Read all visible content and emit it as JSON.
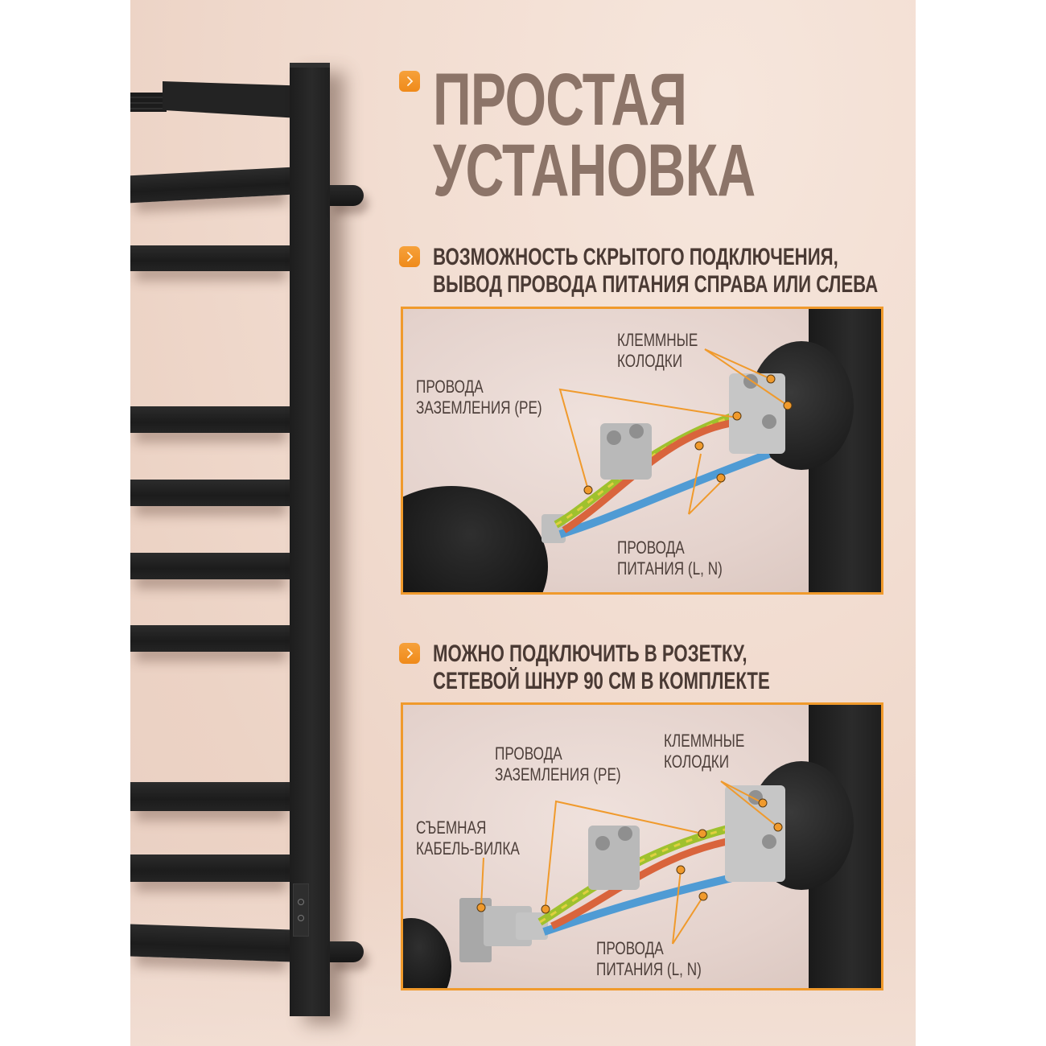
{
  "heading": {
    "line1": "ПРОСТАЯ",
    "line2": "УСТАНОВКА",
    "bullet_icon": "chevron-right-icon"
  },
  "features": [
    {
      "line1": "ВОЗМОЖНОСТЬ СКРЫТОГО ПОДКЛЮЧЕНИЯ,",
      "line2": "ВЫВОД ПРОВОДА ПИТАНИЯ СПРАВА ИЛИ СЛЕВА",
      "bullet_icon": "chevron-right-icon",
      "diagram": {
        "labels": {
          "terminal_blocks_1": "КЛЕММНЫЕ",
          "terminal_blocks_2": "КОЛОДКИ",
          "ground_wires_1": "ПРОВОДА",
          "ground_wires_2": "ЗАЗЕМЛЕНИЯ (PE)",
          "power_wires_1": "ПРОВОДА",
          "power_wires_2": "ПИТАНИЯ (L, N)"
        }
      }
    },
    {
      "line1": "МОЖНО ПОДКЛЮЧИТЬ В РОЗЕТКУ,",
      "line2": "СЕТЕВОЙ ШНУР 90 СМ В КОМПЛЕКТЕ",
      "bullet_icon": "chevron-right-icon",
      "diagram": {
        "labels": {
          "terminal_blocks_1": "КЛЕММНЫЕ",
          "terminal_blocks_2": "КОЛОДКИ",
          "ground_wires_1": "ПРОВОДА",
          "ground_wires_2": "ЗАЗЕМЛЕНИЯ (PE)",
          "plug_1": "СЪЕМНАЯ",
          "plug_2": "КАБЕЛЬ-ВИЛКА",
          "power_wires_1": "ПРОВОДА",
          "power_wires_2": "ПИТАНИЯ (L, N)"
        }
      }
    }
  ],
  "colors": {
    "accent": "#f09a2c",
    "title": "#8c7468",
    "subtitle": "#4a3a34",
    "background": "#f2ddd1",
    "rail": "#1f1f1f",
    "wire_ground": "#9fc12e",
    "wire_live": "#d9643c",
    "wire_neutral": "#4f9bd4"
  }
}
